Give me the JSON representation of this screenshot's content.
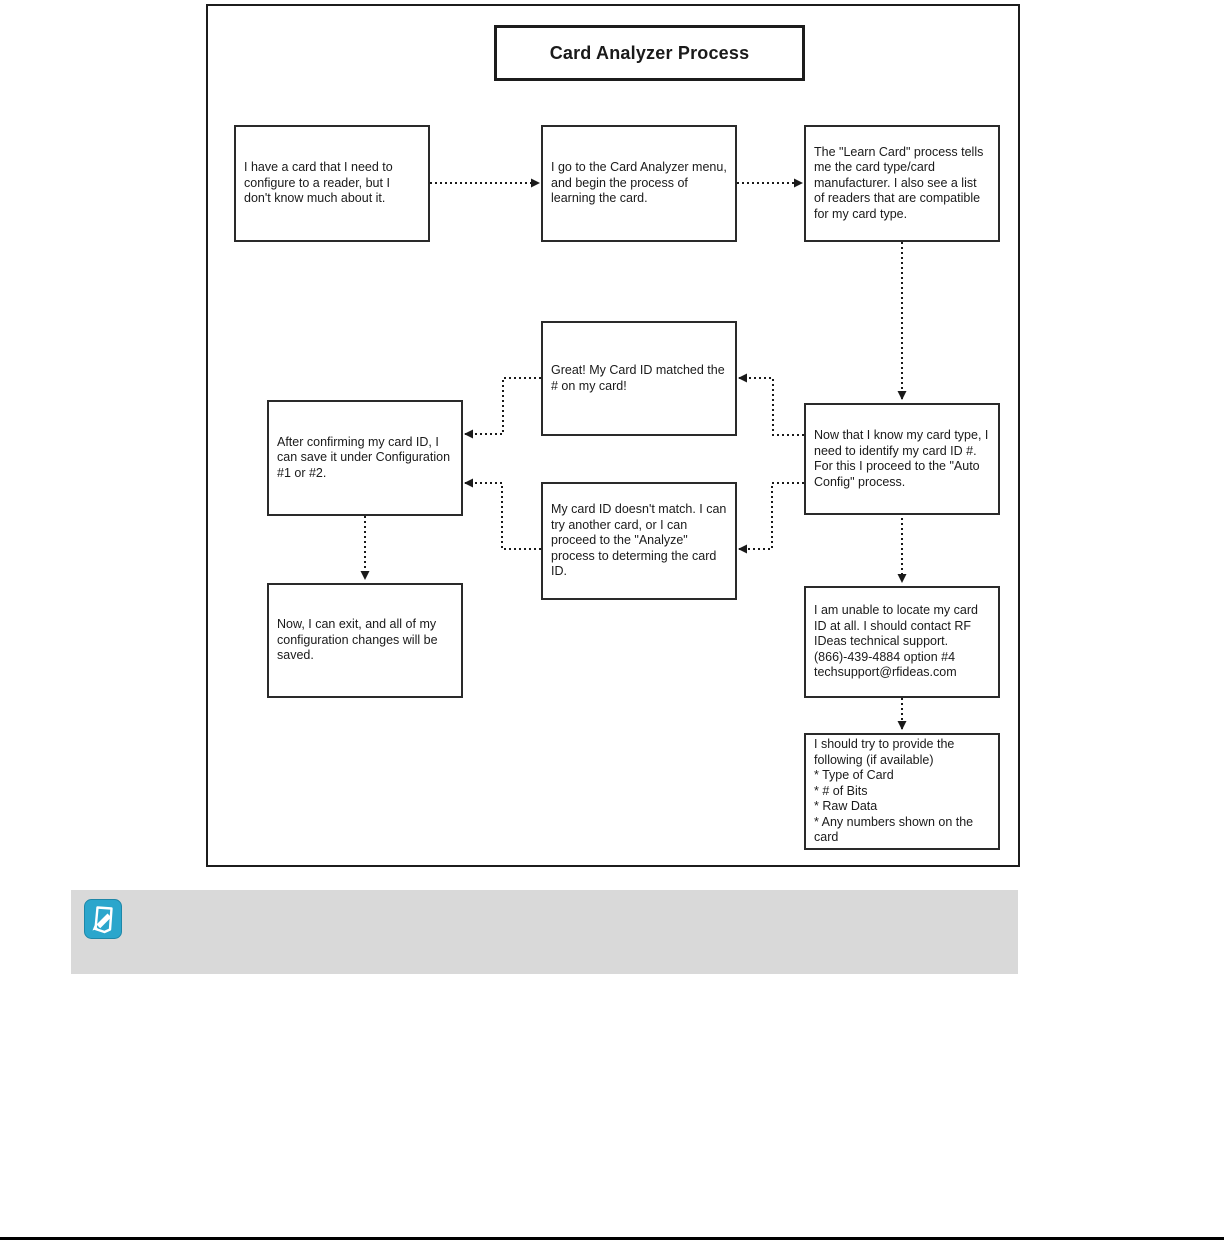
{
  "diagram": {
    "title": "Card Analyzer Process",
    "nodes": [
      {
        "id": "start",
        "text": "I have a card that I need to configure to a reader, but I don't know much about it."
      },
      {
        "id": "analyzer-menu",
        "text": "I go to the Card Analyzer menu, and begin the process of learning the card."
      },
      {
        "id": "learn-card",
        "text": "The \"Learn Card\" process tells me the card type/card manufacturer. I also see a list of readers that are compatible for my card type."
      },
      {
        "id": "id-matched",
        "text": "Great! My Card ID matched the # on my card!"
      },
      {
        "id": "auto-config",
        "text": "Now that I know my card type, I need to identify my card ID #. For this I proceed to the \"Auto Config\" process."
      },
      {
        "id": "confirm-save",
        "text": "After confirming my card ID, I can save it under Configuration #1 or #2."
      },
      {
        "id": "id-no-match",
        "text": "My card ID doesn't match. I can try another card, or I can proceed to the \"Analyze\" process to determing the card ID."
      },
      {
        "id": "exit-saved",
        "text": "Now, I can exit, and all of my configuration changes will be saved."
      },
      {
        "id": "contact-support",
        "text": "I am unable to locate my card ID at all. I should contact RF IDeas technical support.\n(866)-439-4884 option #4\ntechsupport@rfideas.com"
      },
      {
        "id": "provide-info",
        "text": "I should try to provide the following (if available)\n* Type of Card\n* # of Bits\n* Raw Data\n* Any numbers shown on the card"
      }
    ]
  },
  "note_bar": {
    "icon": "note-icon",
    "text": ""
  },
  "colors": {
    "accent_teal": "#2BA6CC",
    "note_bar_bg": "#D9D9D9",
    "line_black": "#1A1A1A"
  }
}
